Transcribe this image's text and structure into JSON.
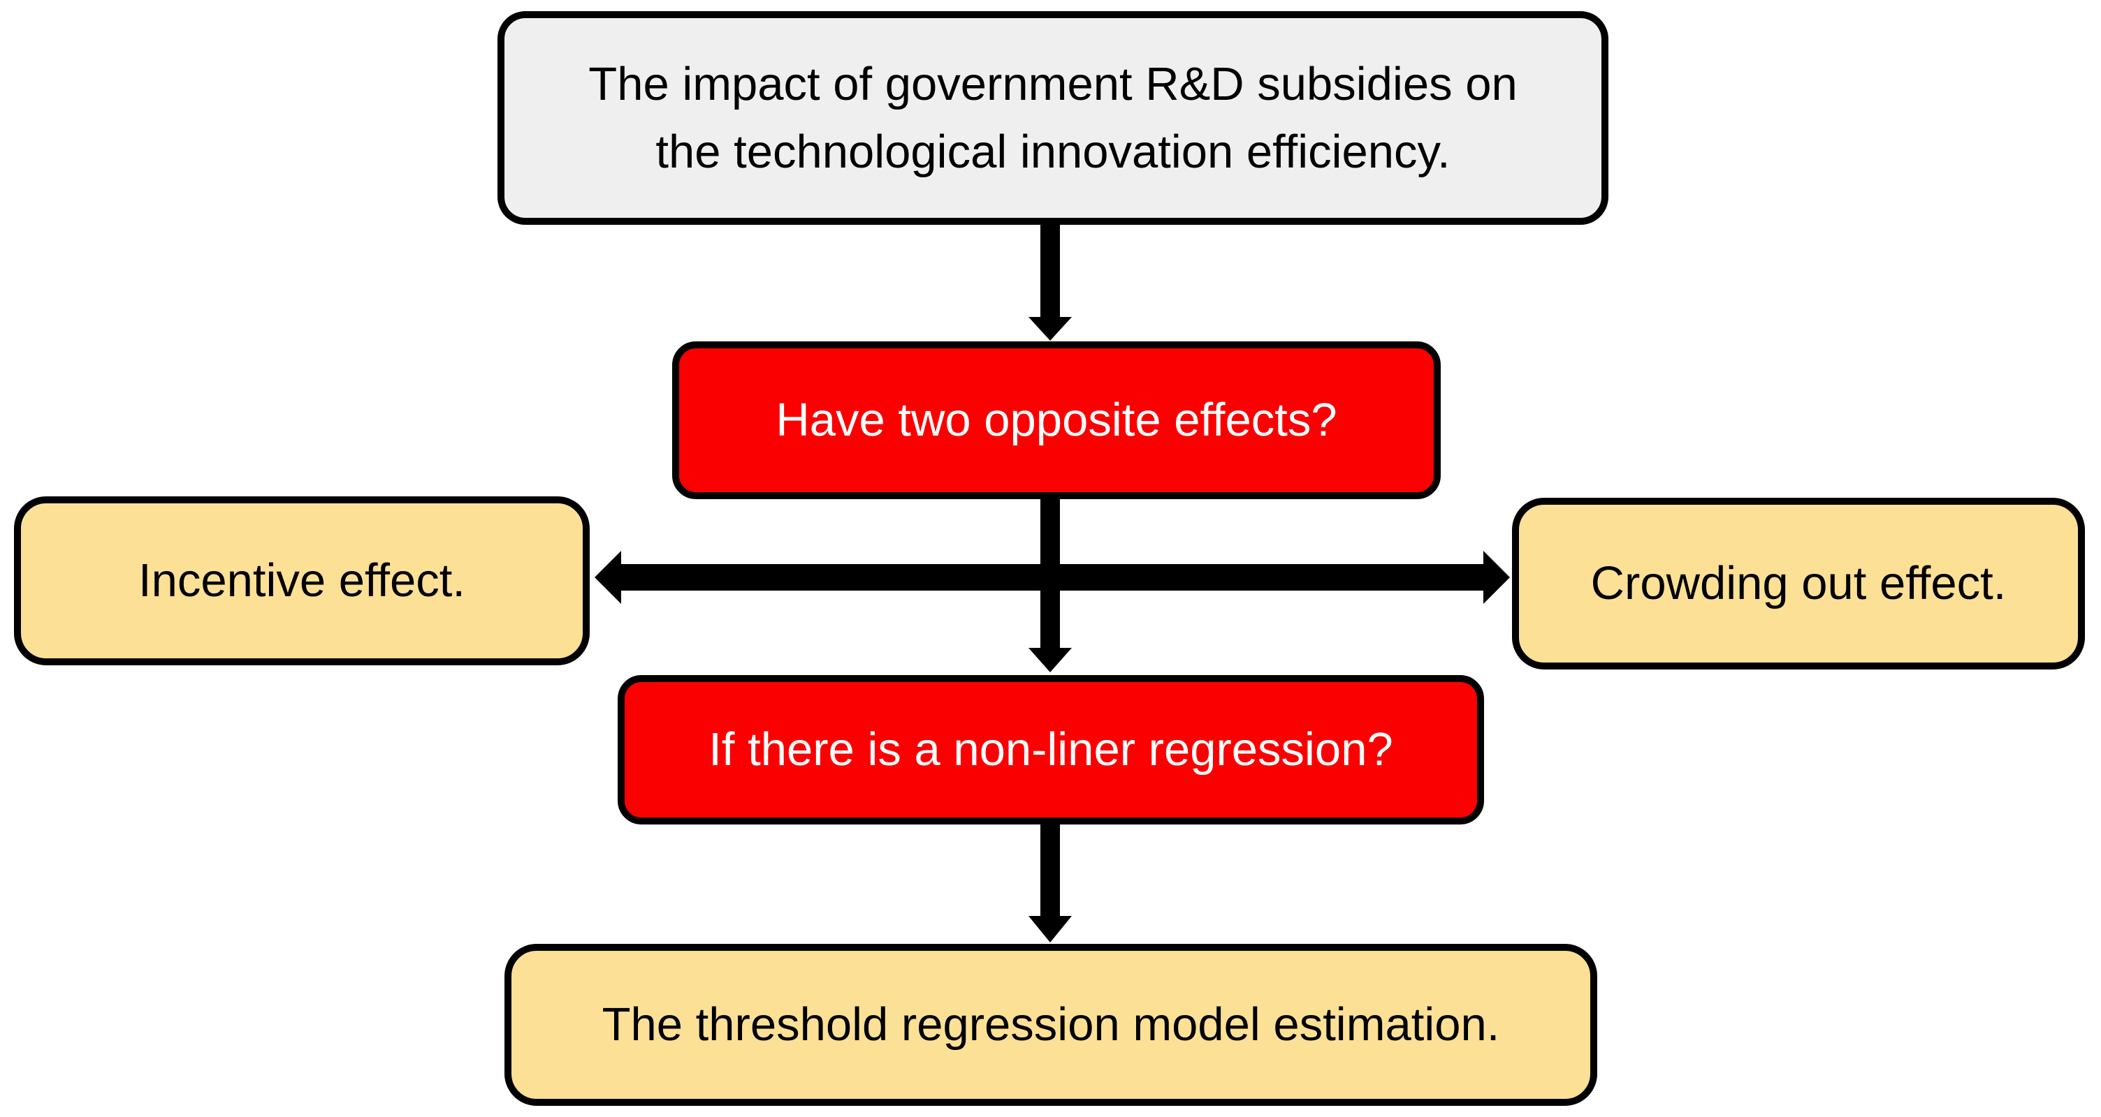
{
  "diagram": {
    "background": "#FFFFFF",
    "colors": {
      "topic_fill": "#F0EFEF",
      "question_fill": "#FB0000",
      "result_fill": "#FCE096",
      "border": "#000000",
      "arrow": "#000000",
      "question_text": "#FFFFFF",
      "default_text": "#000000"
    },
    "nodes": {
      "topic": {
        "label": "The impact of government R&D subsidies on\nthe technological innovation efficiency."
      },
      "question1": {
        "label": "Have two opposite effects?"
      },
      "effect_left": {
        "label": "Incentive effect."
      },
      "effect_right": {
        "label": "Crowding out effect."
      },
      "question2": {
        "label": "If there is a non-liner regression?"
      },
      "conclusion": {
        "label": "The threshold regression model estimation."
      }
    },
    "connectors": [
      {
        "name": "arrow-topic-to-question1",
        "type": "down-arrow"
      },
      {
        "name": "arrow-question1-to-question2",
        "type": "down-arrow"
      },
      {
        "name": "arrow-effects-double",
        "type": "horizontal-double-arrow"
      },
      {
        "name": "arrow-question2-to-conclusion",
        "type": "down-arrow"
      }
    ]
  }
}
